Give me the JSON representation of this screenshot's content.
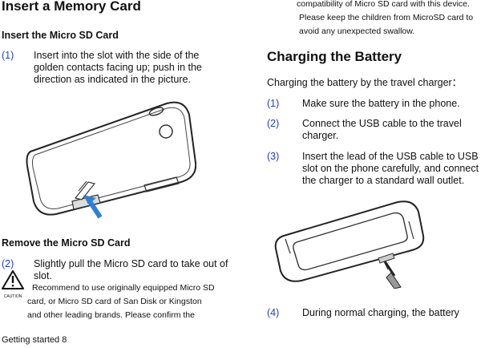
{
  "left": {
    "title": "Insert a Memory Card",
    "insert_heading": "Insert the Micro SD Card",
    "step1_num": "(1)",
    "step1_text": "Insert into the slot with the side of the golden contacts facing up; push in the direction as indicated in the picture.",
    "remove_heading": "Remove the Micro SD Card",
    "step2_num": "(2)",
    "step2_text": "Slightly pull the Micro SD card to take out of slot.",
    "caution_label": "CAUTION",
    "caution_line1": "Recommend to use originally equipped Micro SD",
    "caution_line2": "card, or Micro SD card of San Disk or Kingston",
    "caution_line3": "and other leading brands. Please confirm the"
  },
  "right": {
    "cont_line1": "compatibility of Micro SD card with this device.",
    "cont_line2": "Please keep the children from MicroSD card to",
    "cont_line3": "avoid any unexpected swallow.",
    "title": "Charging the Battery",
    "intro": "Charging the battery by the travel charger：",
    "steps": [
      {
        "num": "(1)",
        "text": "Make sure the battery in the phone."
      },
      {
        "num": "(2)",
        "text": "Connect the USB cable to the travel charger."
      },
      {
        "num": "(3)",
        "text": "Insert the lead of the USB cable to USB slot on the phone carefully, and connect the charger to a standard wall outlet."
      },
      {
        "num": "(4)",
        "text": "During normal charging, the battery"
      }
    ]
  },
  "footer": {
    "text": "Getting started 8"
  },
  "colors": {
    "step_number": "#1f3fd1",
    "arrow": "#2f7fd6"
  }
}
